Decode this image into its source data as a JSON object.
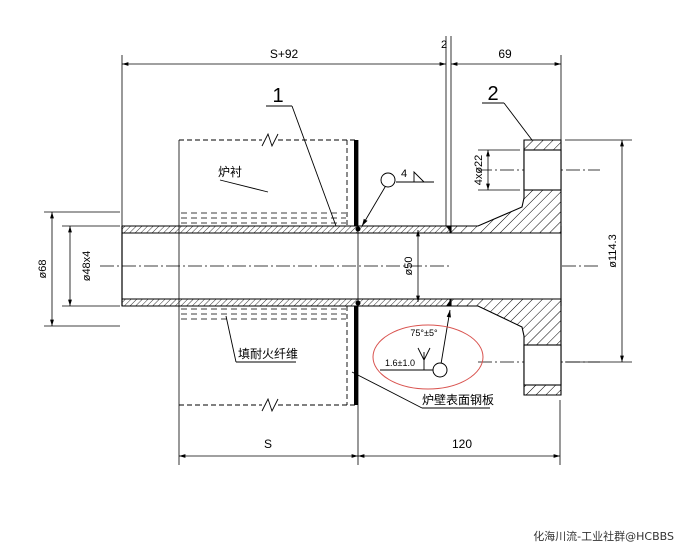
{
  "dimensions": {
    "top_total": "S+92",
    "top_gap": "2",
    "top_flange": "69",
    "bottom_s": "S",
    "bottom_120": "120",
    "dia_68": "ø68",
    "dia_48x4": "ø48x4",
    "dia_50": "ø50",
    "dia_114_3": "ø114.3",
    "holes": "4xø22"
  },
  "labels": {
    "part_1": "1",
    "part_2": "2",
    "lining": "炉衬",
    "fiber_fill": "填耐火纤维",
    "steel_plate": "炉壁表面钢板",
    "weld_size_top": "4"
  },
  "weld_symbol": {
    "angle": "75°±5°",
    "gap": "1.6±1.0"
  },
  "watermark": "化海川流-工业社群@HCBBS",
  "colors": {
    "line": "#000000",
    "highlight_ellipse": "#d9534f"
  }
}
